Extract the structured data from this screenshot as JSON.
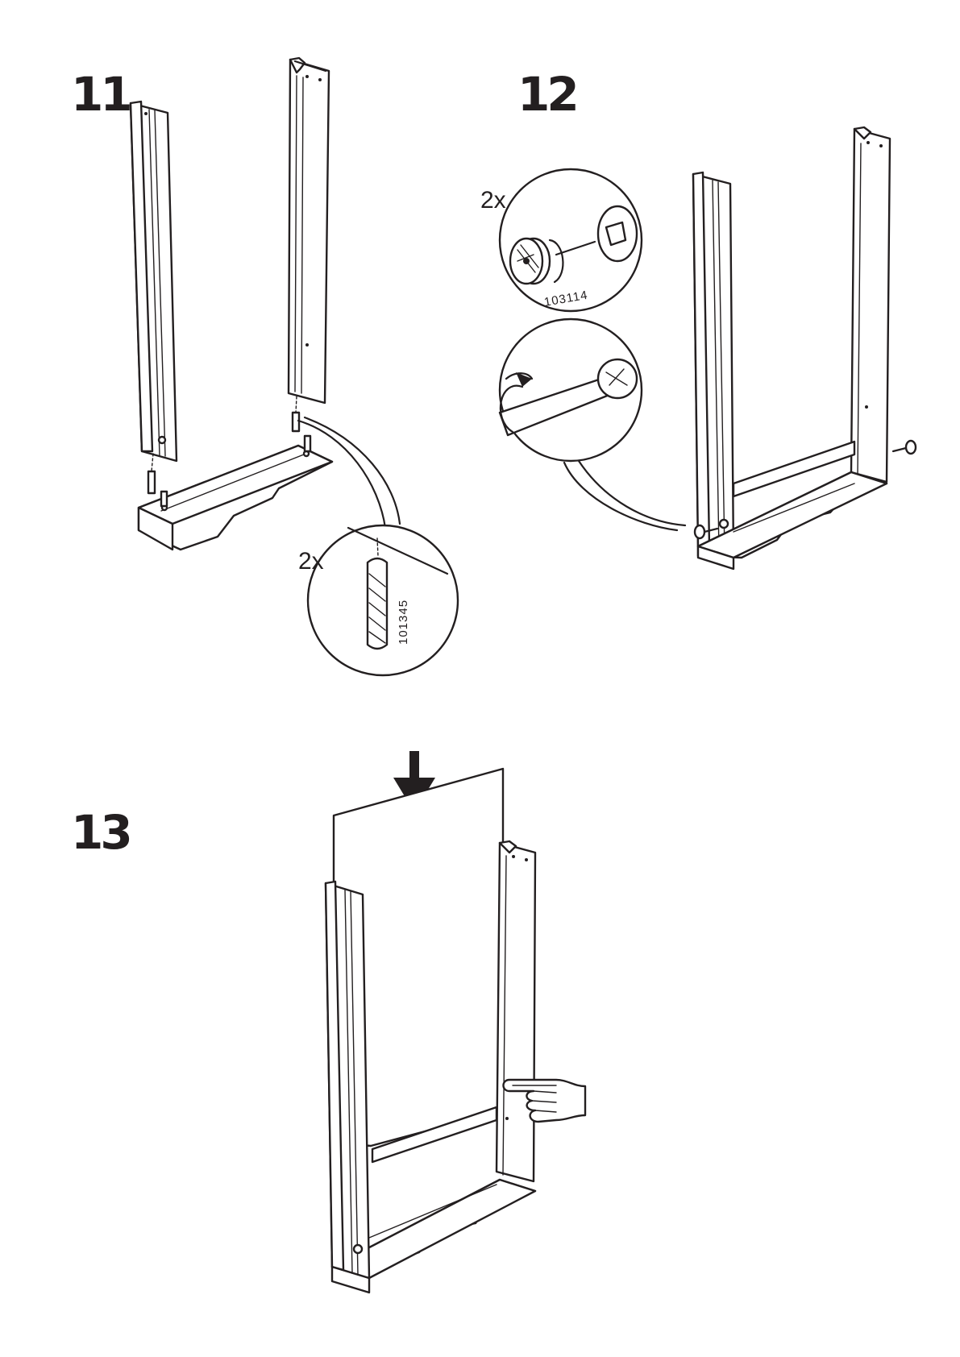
{
  "page": {
    "background": "#ffffff",
    "ink": "#231f20"
  },
  "steps": [
    {
      "number": "11",
      "callouts": [
        {
          "quantity": "2x",
          "part_number": "101345",
          "icon": "wooden-dowel-icon"
        }
      ]
    },
    {
      "number": "12",
      "callouts": [
        {
          "quantity": "2x",
          "part_number": "103114",
          "icon": "cam-lock-icon"
        },
        {
          "quantity": "",
          "part_number": "",
          "icon": "screwdriver-turn-icon"
        }
      ]
    },
    {
      "number": "13",
      "callouts": [],
      "icons": [
        "down-arrow-icon",
        "pointing-hand-icon"
      ]
    }
  ]
}
